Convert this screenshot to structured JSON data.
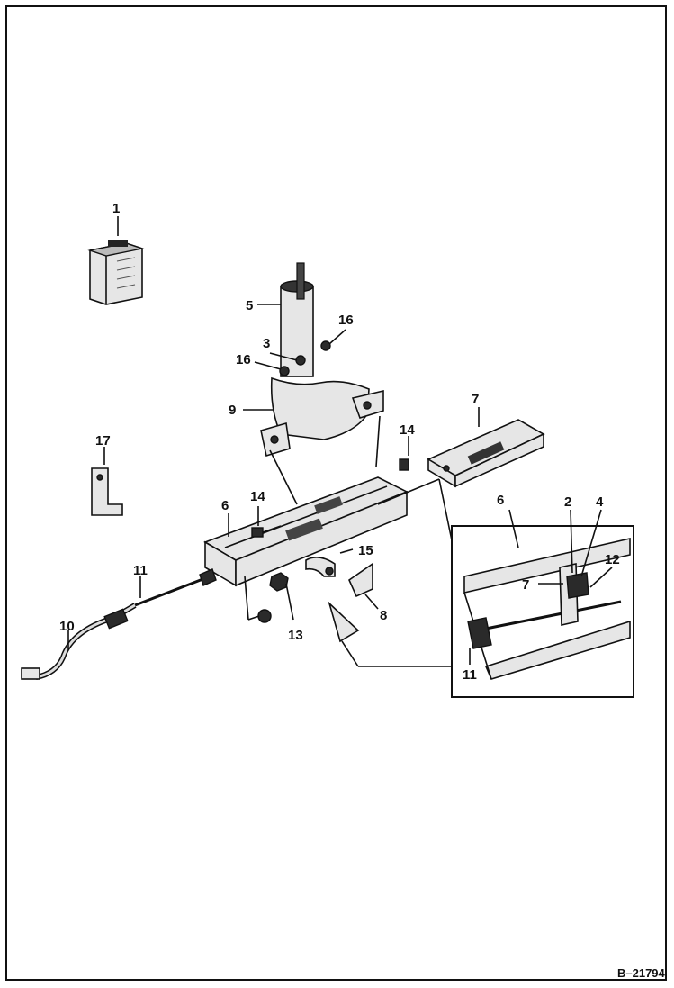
{
  "figure_id": "B–21794",
  "callouts": [
    "1",
    "2",
    "3",
    "4",
    "5",
    "6",
    "7",
    "8",
    "9",
    "10",
    "11",
    "12",
    "13",
    "14",
    "15",
    "16",
    "17"
  ],
  "detail_callouts": [
    "6",
    "2",
    "4",
    "7",
    "12",
    "11"
  ]
}
